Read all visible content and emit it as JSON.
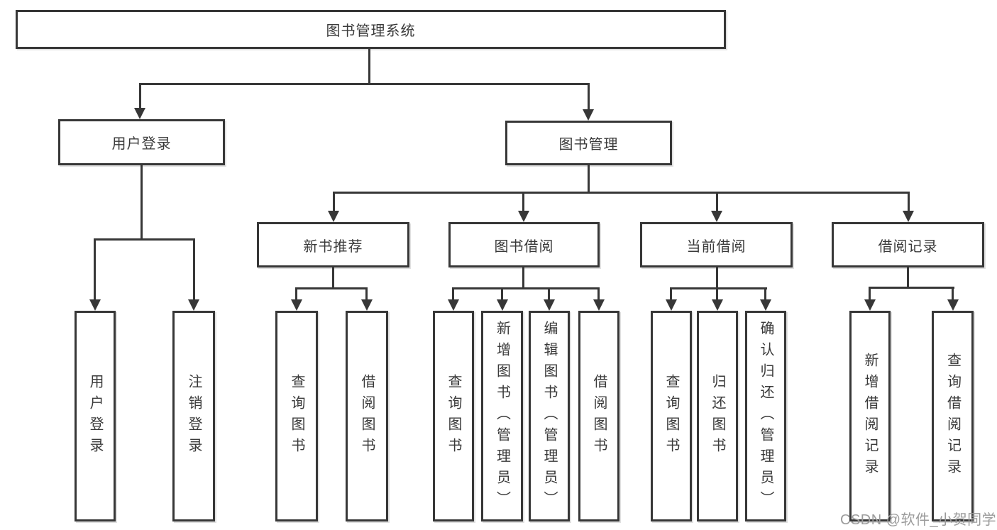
{
  "diagram": {
    "root": {
      "label": "图书管理系统"
    },
    "level2": [
      {
        "id": "user-login",
        "label": "用户登录"
      },
      {
        "id": "book-management",
        "label": "图书管理"
      }
    ],
    "level3": [
      {
        "id": "new-book-recommend",
        "label": "新书推荐",
        "parent": "图书管理"
      },
      {
        "id": "book-borrowing",
        "label": "图书借阅",
        "parent": "图书管理"
      },
      {
        "id": "current-borrowing",
        "label": "当前借阅",
        "parent": "图书管理"
      },
      {
        "id": "borrowing-records",
        "label": "借阅记录",
        "parent": "图书管理"
      }
    ],
    "leaves": [
      {
        "id": "user-login-action",
        "label": "用户登录",
        "parent": "用户登录"
      },
      {
        "id": "logout",
        "label": "注销登录",
        "parent": "用户登录"
      },
      {
        "id": "query-books-recommend",
        "label": "查询图书",
        "parent": "新书推荐"
      },
      {
        "id": "borrow-books-recommend",
        "label": "借阅图书",
        "parent": "新书推荐"
      },
      {
        "id": "query-books-borrowing",
        "label": "查询图书",
        "parent": "图书借阅"
      },
      {
        "id": "add-books-admin",
        "label": "新增图书（管理员）",
        "parent": "图书借阅"
      },
      {
        "id": "edit-books-admin",
        "label": "编辑图书（管理员）",
        "parent": "图书借阅"
      },
      {
        "id": "borrow-books-borrowing",
        "label": "借阅图书",
        "parent": "图书借阅"
      },
      {
        "id": "query-books-current",
        "label": "查询图书",
        "parent": "当前借阅"
      },
      {
        "id": "return-books",
        "label": "归还图书",
        "parent": "当前借阅"
      },
      {
        "id": "confirm-return-admin",
        "label": "确认归还（管理员）",
        "parent": "当前借阅"
      },
      {
        "id": "add-borrow-record",
        "label": "新增借阅记录",
        "parent": "借阅记录"
      },
      {
        "id": "query-borrow-record",
        "label": "查询借阅记录",
        "parent": "借阅记录"
      }
    ],
    "watermark": "CSDN @软件_小贺同学",
    "colors": {
      "line": "#373737",
      "box_border": "#373737",
      "text": "#3a3a3a",
      "watermark": "#9b9b9b",
      "background": "#ffffff"
    }
  }
}
